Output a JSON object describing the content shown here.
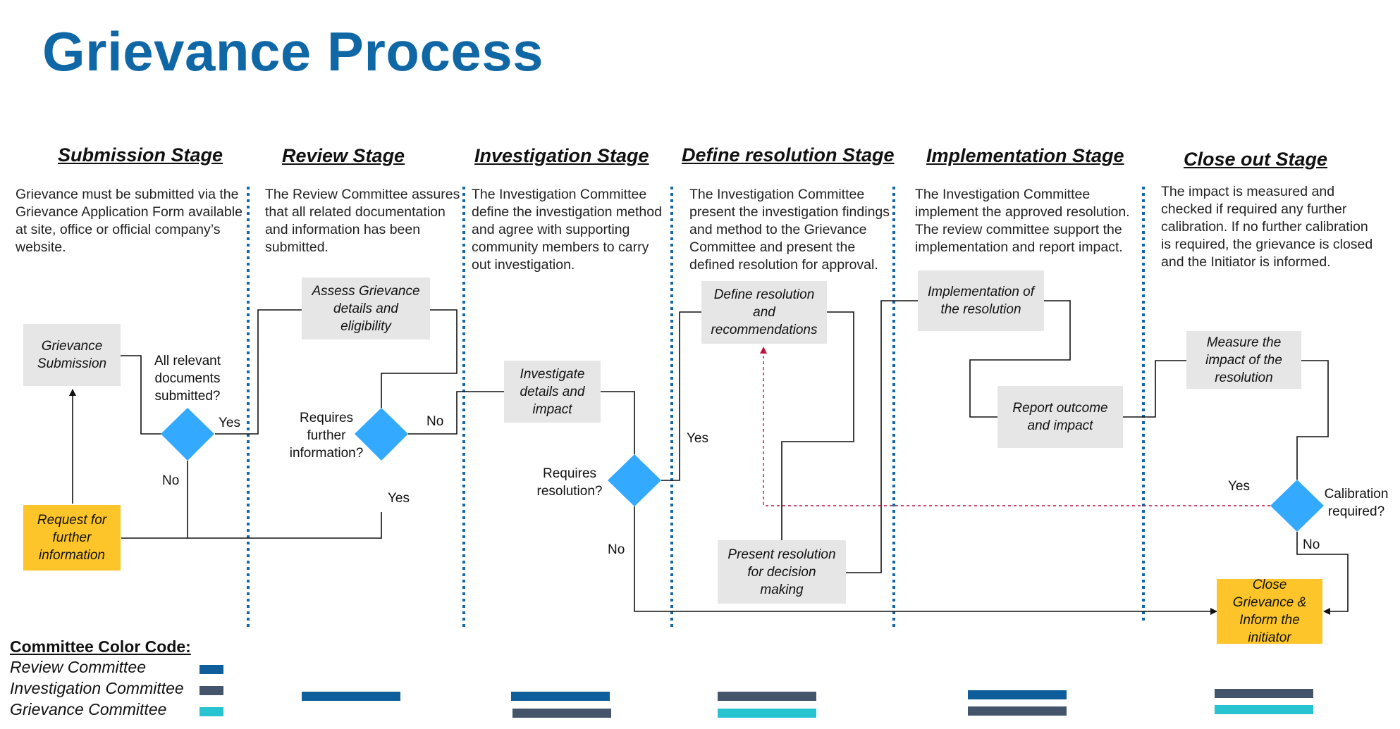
{
  "title": "Grievance Process",
  "stages": [
    {
      "name": "Submission Stage",
      "description": "Grievance must be submitted via the Grievance Application Form available at site, office or official company’s website."
    },
    {
      "name": "Review Stage",
      "description": "The Review Committee assures that all related documentation and information has been submitted."
    },
    {
      "name": "Investigation Stage",
      "description": "The Investigation Committee define the investigation method and agree with supporting community members to carry out investigation."
    },
    {
      "name": "Define resolution Stage",
      "description": "The Investigation Committee present the investigation findings and method to the Grievance Committee and present the defined resolution for approval."
    },
    {
      "name": "Implementation Stage",
      "description": "The Investigation Committee implement the approved resolution. The review committee support the implementation and report impact."
    },
    {
      "name": "Close out Stage",
      "description": "The impact is measured and checked if required any further calibration. If no further calibration is required, the grievance is closed and the Initiator is informed."
    }
  ],
  "process_boxes": {
    "grievance_submission": "Grievance Submission",
    "request_info": "Request for further information",
    "assess": "Assess Grievance details and eligibility",
    "investigate": "Investigate details and impact",
    "define": "Define resolution and recommendations",
    "present": "Present resolution for decision making",
    "implement": "Implementation of the resolution",
    "report": "Report outcome and impact",
    "measure": "Measure the impact of the resolution",
    "close": "Close Grievance & Inform the initiator"
  },
  "decisions": {
    "docs": "All relevant documents submitted?",
    "further": "Requires further information?",
    "resolution": "Requires resolution?",
    "calibration": "Calibration required?"
  },
  "labels": {
    "yes": "Yes",
    "no": "No"
  },
  "legend": {
    "title": "Committee Color Code:",
    "items": [
      {
        "name": "Review Committee",
        "color": "#0f5e9c"
      },
      {
        "name": "Investigation Committee",
        "color": "#44546a"
      },
      {
        "name": "Grievance Committee",
        "color": "#27c3d0"
      }
    ]
  },
  "colors": {
    "title": "#0f67a6",
    "divider": "#1366a8",
    "decision": "#33aaff",
    "box": "#e6e6e6",
    "highlight_box": "#fdc52a",
    "feedback_line": "#c0143c"
  }
}
